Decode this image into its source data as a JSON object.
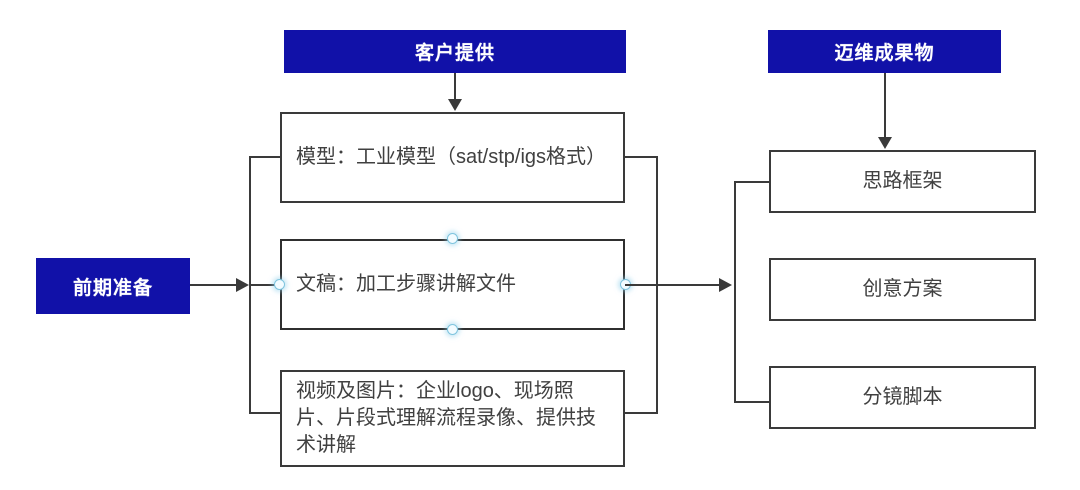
{
  "diagram": {
    "title_headers": [
      {
        "id": "client-provides",
        "label": "客户提供"
      },
      {
        "id": "maiwei-deliverables",
        "label": "迈维成果物"
      }
    ],
    "start_node": {
      "id": "preparation",
      "label": "前期准备"
    },
    "input_boxes": [
      {
        "id": "model",
        "label": "模型：工业模型（sat/stp/igs格式）"
      },
      {
        "id": "document",
        "label": "文稿：加工步骤讲解文件",
        "selected": true
      },
      {
        "id": "video-images",
        "label": "视频及图片：企业logo、现场照片、片段式理解流程录像、提供技术讲解"
      }
    ],
    "output_boxes": [
      {
        "id": "framework",
        "label": "思路框架"
      },
      {
        "id": "creative-plan",
        "label": "创意方案"
      },
      {
        "id": "storyboard",
        "label": "分镜脚本"
      }
    ],
    "colors": {
      "header_fill": "#1111A8",
      "header_text": "#FFFFFF",
      "box_border": "#3A3A3A",
      "box_text": "#404040",
      "connector": "#3A3A3A",
      "selection_handle": "#7FC4DE",
      "canvas": "#FFFFFF"
    }
  }
}
